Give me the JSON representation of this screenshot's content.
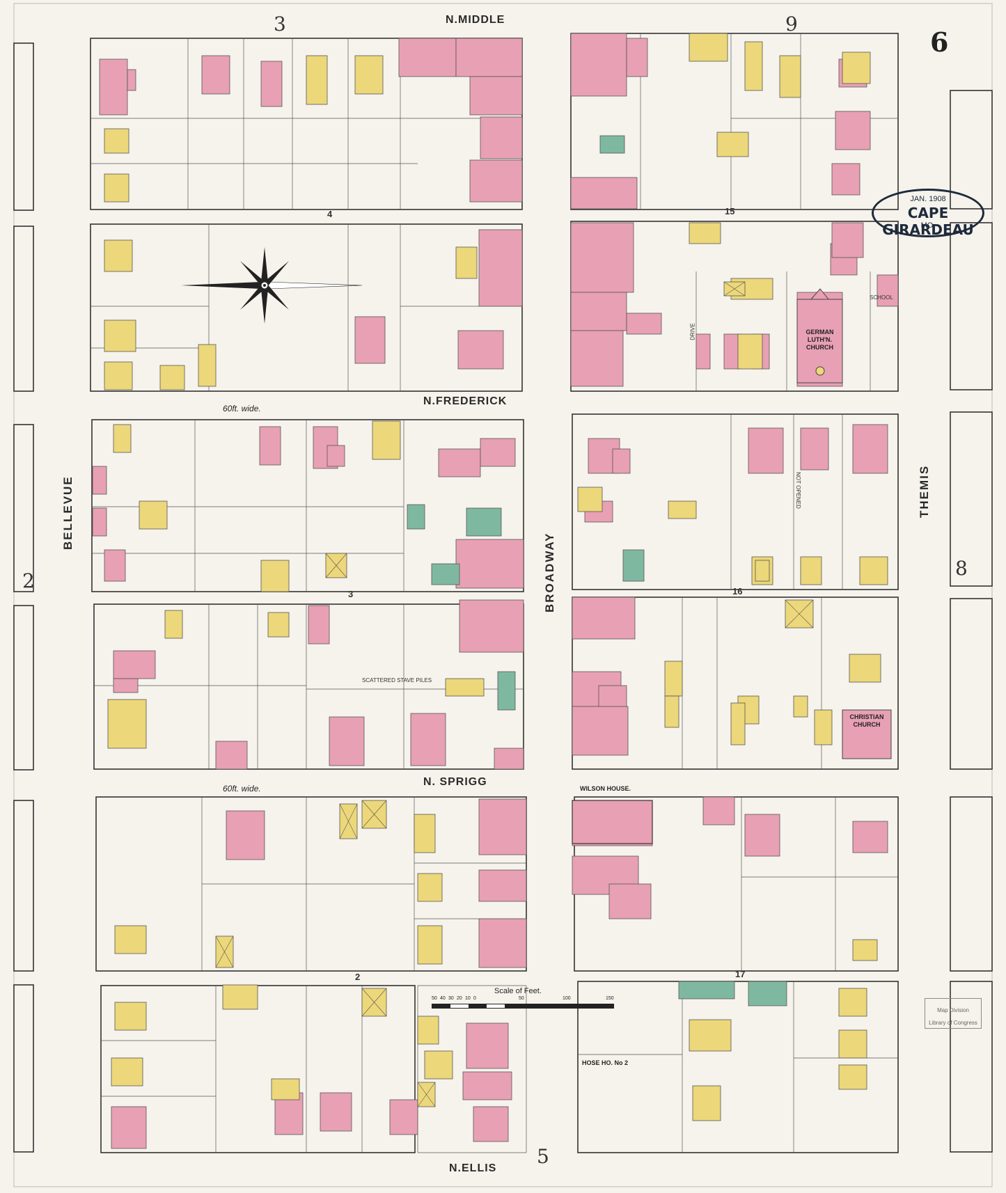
{
  "map": {
    "page_number": "6",
    "sheet_refs": {
      "north": "3",
      "northeast": "9",
      "west": "2",
      "east": "8",
      "south": "5"
    },
    "stamp": {
      "date": "JAN. 1908",
      "city": "CAPE GIRARDEAU",
      "state": "MO."
    },
    "library_stamp": [
      "Map Division",
      "Library of Congress"
    ],
    "scale": {
      "title": "Scale of Feet.",
      "ticks": [
        "50",
        "40",
        "30",
        "20",
        "10",
        "0",
        "50",
        "100",
        "150"
      ]
    }
  },
  "streets": {
    "horizontal": [
      "N.MIDDLE",
      "N.FREDERICK",
      "N. SPRIGG",
      "N.ELLIS"
    ],
    "vertical": [
      "BELLEVUE",
      "BROADWAY",
      "THEMIS"
    ]
  },
  "street_widths": [
    "60ft. wide.",
    "60ft. wide."
  ],
  "block_numbers": [
    "4",
    "15",
    "3",
    "16",
    "2",
    "17"
  ],
  "landmarks": {
    "german_church": "GERMAN LUTH'N. CHURCH",
    "christian_church": "CHRISTIAN CHURCH",
    "wilson_house": "WILSON HOUSE.",
    "hose_house": "HOSE HO. No 2",
    "school": "SCHOOL",
    "scattered_stave_piles": "SCATTERED STAVE PILES",
    "drive": "DRIVE",
    "not_opened": "NOT OPENED"
  },
  "legend_colors": {
    "brick": "#e8a0b4",
    "frame": "#ecd77a",
    "iron_clad": "#7fb8a0",
    "street_line": "#333333"
  }
}
